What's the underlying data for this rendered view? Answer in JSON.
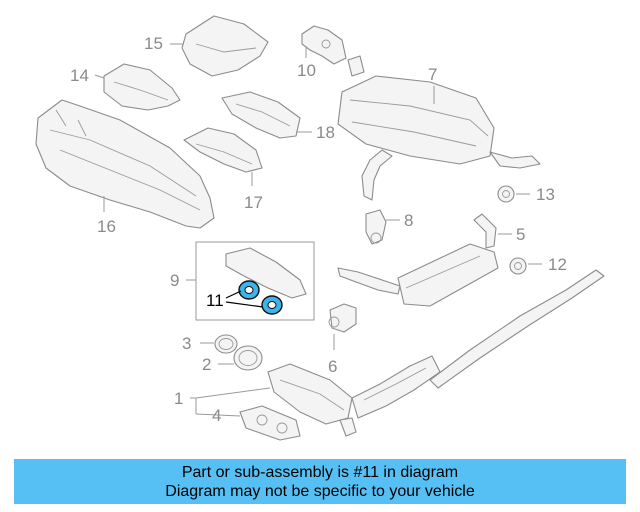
{
  "callouts": {
    "c1": "1",
    "c2": "2",
    "c3": "3",
    "c4": "4",
    "c5": "5",
    "c6": "6",
    "c7": "7",
    "c8": "8",
    "c9": "9",
    "c10": "10",
    "c11": "11",
    "c12": "12",
    "c13": "13",
    "c14": "14",
    "c15": "15",
    "c16": "16",
    "c17": "17",
    "c18": "18"
  },
  "highlight_color": "#3bb4ea",
  "banner": {
    "line1": "Part or sub-assembly is #11 in diagram",
    "line2": "Diagram may not be specific to your vehicle",
    "color": "#56bff4"
  }
}
